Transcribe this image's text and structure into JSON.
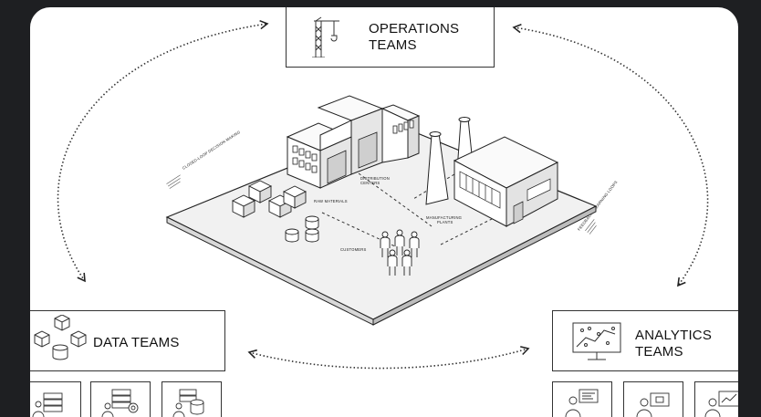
{
  "teams": {
    "operations": {
      "line1": "OPERATIONS",
      "line2": "TEAMS"
    },
    "data": {
      "label": "DATA TEAMS"
    },
    "analytics": {
      "line1": "ANALYTICS",
      "line2": "TEAMS"
    }
  },
  "scene_labels": {
    "distribution_centers": [
      "DISTRIBUTION",
      "CENTERS"
    ],
    "raw_materials": "RAW MATERIALS",
    "manufacturing_plants": [
      "MANUFACTURING",
      "PLANTS"
    ],
    "customers": "CUSTOMERS"
  },
  "loop_labels": {
    "left": "CLOSED-LOOP DECISION MAKING",
    "right": "FEEDBACK / LEARNING LOOPS"
  },
  "colors": {
    "background": "#1e1f22",
    "panel": "#ffffff",
    "ink": "#222222",
    "ground": "#f2f2f2"
  }
}
